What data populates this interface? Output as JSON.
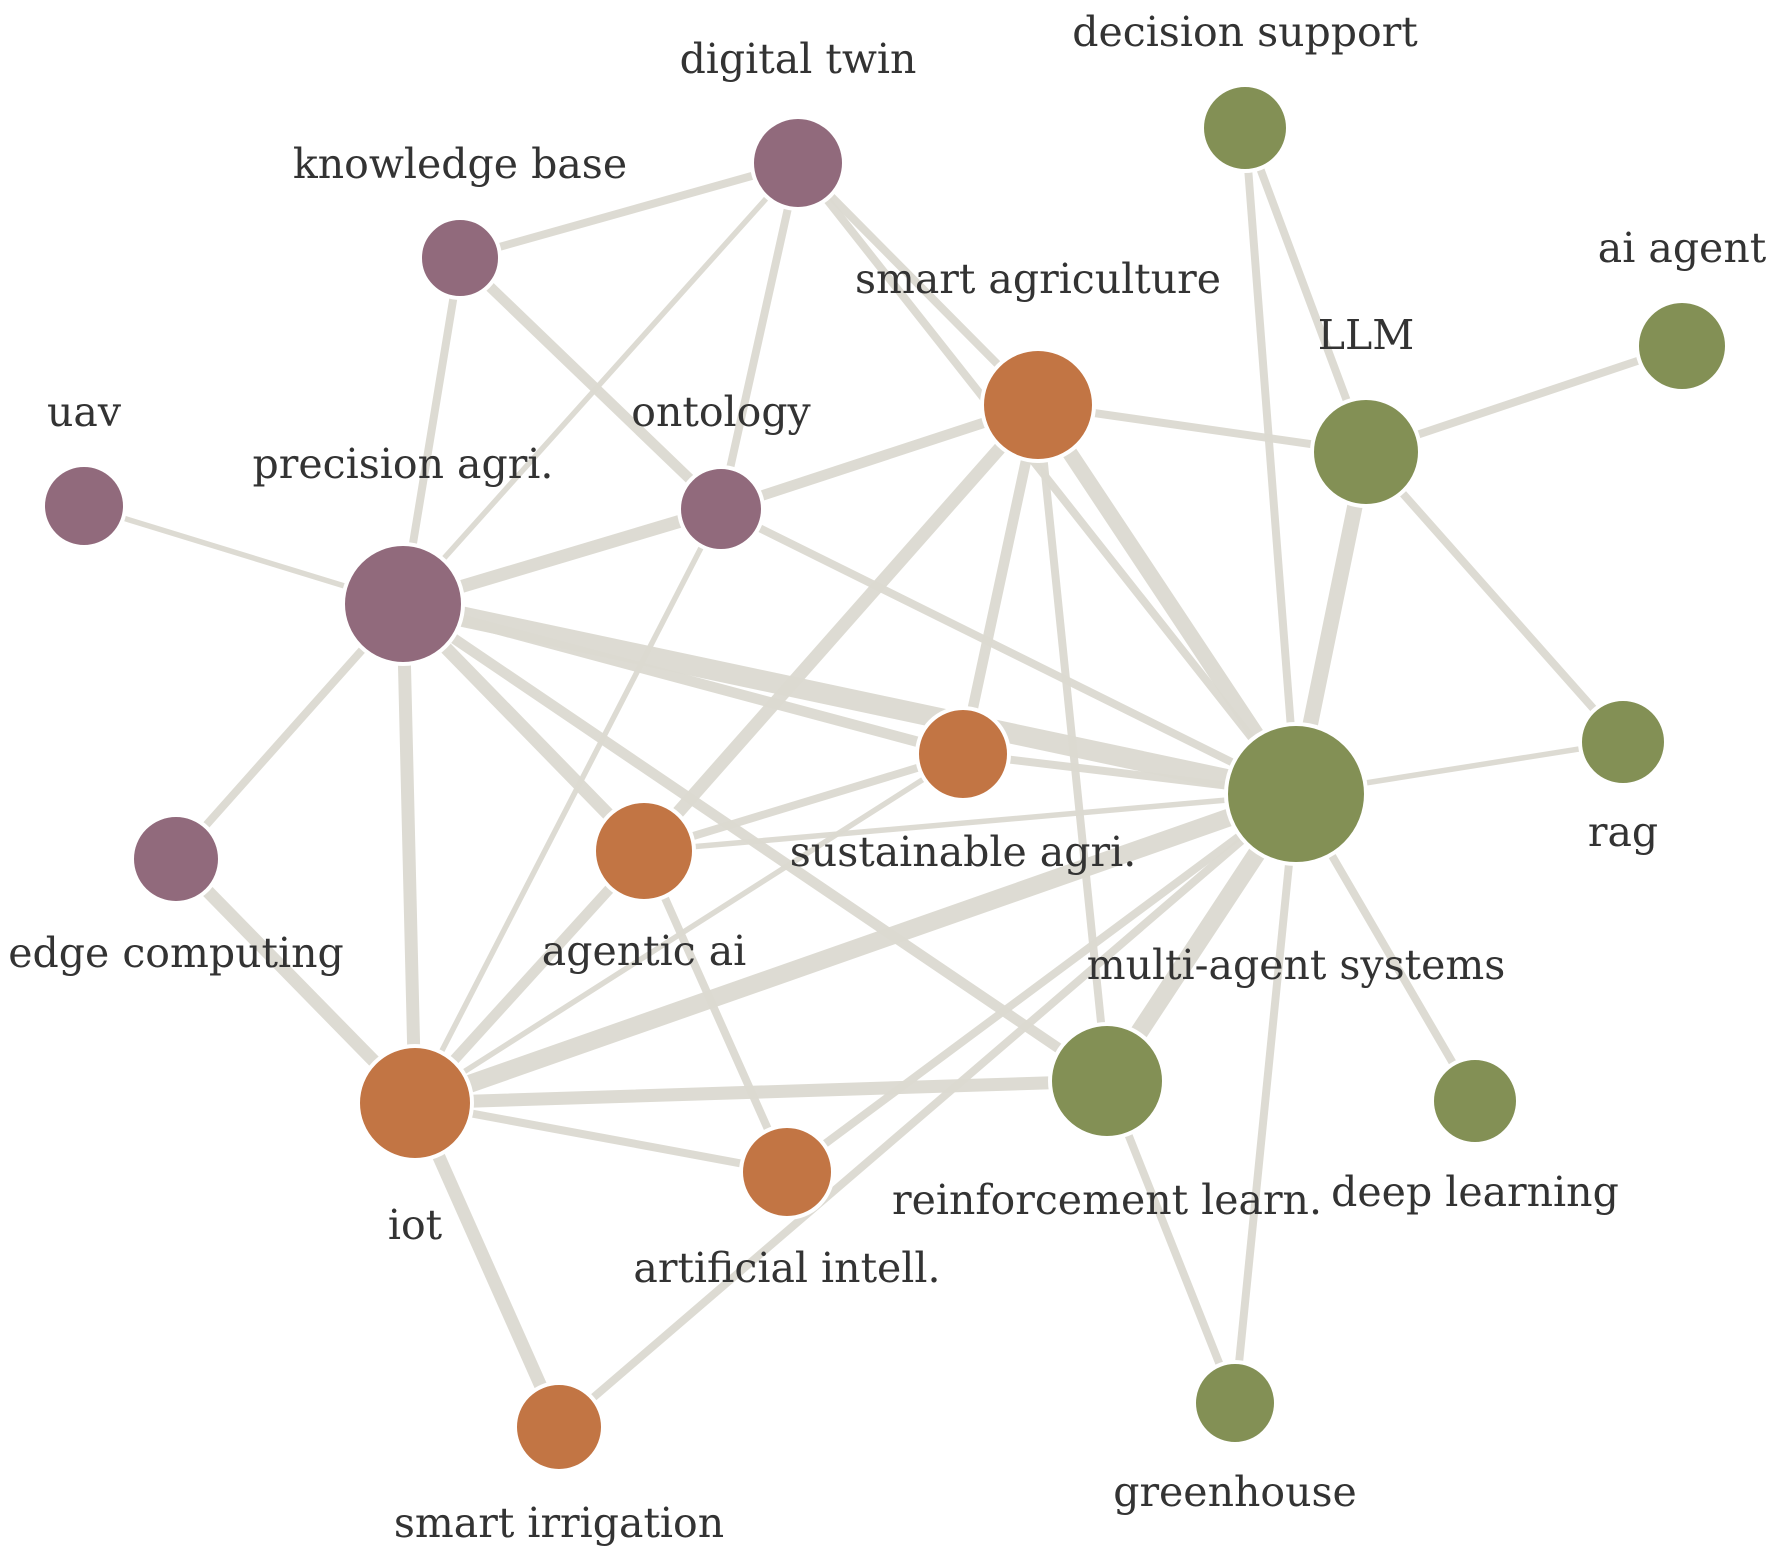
{
  "network": {
    "colors": {
      "cluster_purple": "#916a7c",
      "cluster_orange": "#c27544",
      "cluster_green": "#839055",
      "edge": "#dcdad1",
      "label": "#333333"
    },
    "nodes": [
      {
        "id": "digital_twin",
        "label": "digital twin",
        "cluster": "purple"
      },
      {
        "id": "knowledge_base",
        "label": "knowledge base",
        "cluster": "purple"
      },
      {
        "id": "uav",
        "label": "uav",
        "cluster": "purple"
      },
      {
        "id": "precision_agri",
        "label": "precision agri.",
        "cluster": "purple"
      },
      {
        "id": "ontology",
        "label": "ontology",
        "cluster": "purple"
      },
      {
        "id": "edge_computing",
        "label": "edge computing",
        "cluster": "purple"
      },
      {
        "id": "smart_agriculture",
        "label": "smart agriculture",
        "cluster": "orange"
      },
      {
        "id": "sustainable_agri",
        "label": "sustainable agri.",
        "cluster": "orange"
      },
      {
        "id": "agentic_ai",
        "label": "agentic ai",
        "cluster": "orange"
      },
      {
        "id": "iot",
        "label": "iot",
        "cluster": "orange"
      },
      {
        "id": "artificial_intell",
        "label": "artificial intell.",
        "cluster": "orange"
      },
      {
        "id": "smart_irrigation",
        "label": "smart irrigation",
        "cluster": "orange"
      },
      {
        "id": "decision_support",
        "label": "decision support",
        "cluster": "green"
      },
      {
        "id": "ai_agent",
        "label": "ai agent",
        "cluster": "green"
      },
      {
        "id": "llm",
        "label": "LLM",
        "cluster": "green"
      },
      {
        "id": "rag",
        "label": "rag",
        "cluster": "green"
      },
      {
        "id": "multi_agent_systems",
        "label": "multi-agent systems",
        "cluster": "green"
      },
      {
        "id": "reinforcement_learn",
        "label": "reinforcement learn.",
        "cluster": "green"
      },
      {
        "id": "deep_learning",
        "label": "deep learning",
        "cluster": "green"
      },
      {
        "id": "greenhouse",
        "label": "greenhouse",
        "cluster": "green"
      }
    ],
    "edges": [
      [
        "knowledge_base",
        "digital_twin",
        2
      ],
      [
        "digital_twin",
        "precision_agri",
        1
      ],
      [
        "digital_twin",
        "ontology",
        2
      ],
      [
        "digital_twin",
        "smart_agriculture",
        2
      ],
      [
        "digital_twin",
        "multi_agent_systems",
        2
      ],
      [
        "knowledge_base",
        "precision_agri",
        2
      ],
      [
        "knowledge_base",
        "ontology",
        3
      ],
      [
        "uav",
        "precision_agri",
        1
      ],
      [
        "precision_agri",
        "ontology",
        4
      ],
      [
        "precision_agri",
        "edge_computing",
        2
      ],
      [
        "precision_agri",
        "iot",
        4
      ],
      [
        "precision_agri",
        "agentic_ai",
        4
      ],
      [
        "precision_agri",
        "sustainable_agri",
        3
      ],
      [
        "precision_agri",
        "multi_agent_systems",
        7
      ],
      [
        "precision_agri",
        "reinforcement_learn",
        3
      ],
      [
        "ontology",
        "smart_agriculture",
        3
      ],
      [
        "ontology",
        "multi_agent_systems",
        2
      ],
      [
        "ontology",
        "iot",
        1
      ],
      [
        "edge_computing",
        "iot",
        4
      ],
      [
        "smart_agriculture",
        "llm",
        2
      ],
      [
        "smart_agriculture",
        "multi_agent_systems",
        5
      ],
      [
        "smart_agriculture",
        "sustainable_agri",
        3
      ],
      [
        "smart_agriculture",
        "agentic_ai",
        4
      ],
      [
        "smart_agriculture",
        "reinforcement_learn",
        2
      ],
      [
        "sustainable_agri",
        "multi_agent_systems",
        2
      ],
      [
        "sustainable_agri",
        "agentic_ai",
        2
      ],
      [
        "sustainable_agri",
        "iot",
        1
      ],
      [
        "agentic_ai",
        "multi_agent_systems",
        1
      ],
      [
        "agentic_ai",
        "iot",
        3
      ],
      [
        "agentic_ai",
        "artificial_intell",
        2
      ],
      [
        "iot",
        "multi_agent_systems",
        6
      ],
      [
        "iot",
        "reinforcement_learn",
        4
      ],
      [
        "iot",
        "artificial_intell",
        2
      ],
      [
        "iot",
        "smart_irrigation",
        4
      ],
      [
        "artificial_intell",
        "multi_agent_systems",
        2
      ],
      [
        "smart_irrigation",
        "multi_agent_systems",
        2
      ],
      [
        "decision_support",
        "multi_agent_systems",
        2
      ],
      [
        "decision_support",
        "llm",
        2
      ],
      [
        "ai_agent",
        "llm",
        2
      ],
      [
        "llm",
        "multi_agent_systems",
        5
      ],
      [
        "llm",
        "rag",
        2
      ],
      [
        "multi_agent_systems",
        "rag",
        1
      ],
      [
        "multi_agent_systems",
        "reinforcement_learn",
        6
      ],
      [
        "multi_agent_systems",
        "deep_learning",
        2
      ],
      [
        "multi_agent_systems",
        "greenhouse",
        2
      ],
      [
        "reinforcement_learn",
        "greenhouse",
        2
      ]
    ]
  }
}
